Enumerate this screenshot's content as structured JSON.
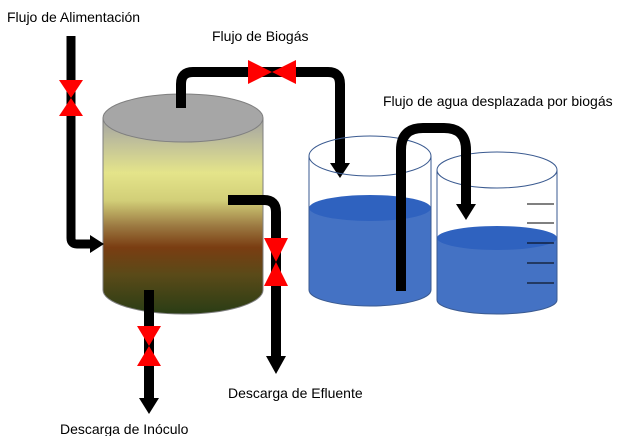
{
  "labels": {
    "feed_flow": "Flujo de Alimentación",
    "biogas_flow": "Flujo de Biogás",
    "displaced_water": "Flujo de agua desplazada por biogás",
    "effluent_discharge": "Descarga de Efluente",
    "inoculum_discharge": "Descarga de Inóculo"
  },
  "colors": {
    "pipe": "#000000",
    "valve": "#ff0000",
    "water": "#4472c4",
    "reactor_top": "#a6a6a6",
    "reactor_yellow": "#d6d67a",
    "reactor_brown": "#7a3d12",
    "reactor_green": "#2a3d15"
  },
  "icons": {
    "valve": "butterfly-valve-icon",
    "arrow": "flow-arrow-icon"
  }
}
